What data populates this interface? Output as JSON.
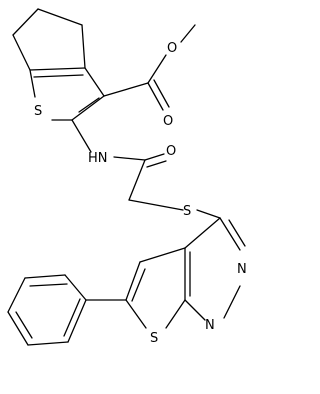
{
  "molecule": {
    "atoms": {
      "s1": "S",
      "s2": "S",
      "s3": "S",
      "o_carbonyl_ester": "O",
      "o_methoxy": "O",
      "o_amide": "O",
      "nh": "HN",
      "n1": "N",
      "n2": "N"
    },
    "colors": {
      "bond": "#000000",
      "label": "#000000",
      "background": "#ffffff"
    }
  }
}
